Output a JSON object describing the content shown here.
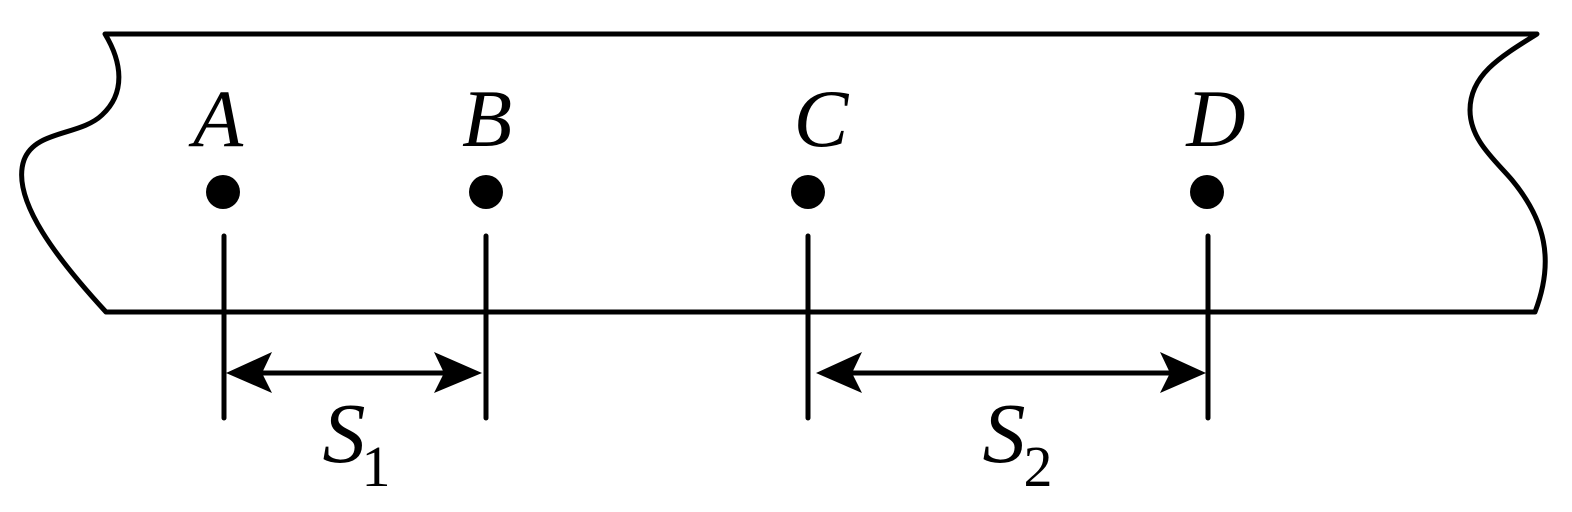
{
  "points": [
    {
      "id": "A",
      "label": "A"
    },
    {
      "id": "B",
      "label": "B"
    },
    {
      "id": "C",
      "label": "C"
    },
    {
      "id": "D",
      "label": "D"
    }
  ],
  "distances": [
    {
      "id": "s1",
      "symbol": "S",
      "subscript": "1",
      "from": "A",
      "to": "B"
    },
    {
      "id": "s2",
      "symbol": "S",
      "subscript": "2",
      "from": "C",
      "to": "D"
    }
  ]
}
